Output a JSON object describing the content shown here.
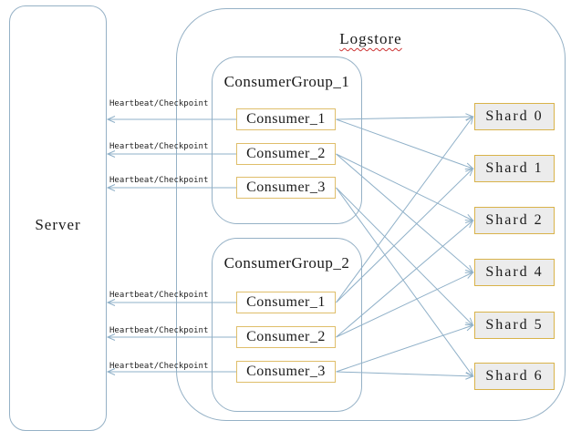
{
  "diagram": {
    "server": {
      "label": "Server"
    },
    "logstore": {
      "label": "Logstore"
    },
    "groups": [
      {
        "id": "cg1",
        "label": "ConsumerGroup_1",
        "consumers": [
          {
            "id": "cg1-c1",
            "label": "Consumer_1"
          },
          {
            "id": "cg1-c2",
            "label": "Consumer_2"
          },
          {
            "id": "cg1-c3",
            "label": "Consumer_3"
          }
        ]
      },
      {
        "id": "cg2",
        "label": "ConsumerGroup_2",
        "consumers": [
          {
            "id": "cg2-c1",
            "label": "Consumer_1"
          },
          {
            "id": "cg2-c2",
            "label": "Consumer_2"
          },
          {
            "id": "cg2-c3",
            "label": "Consumer_3"
          }
        ]
      }
    ],
    "shards": [
      {
        "id": "s0",
        "label": "Shard 0"
      },
      {
        "id": "s1",
        "label": "Shard 1"
      },
      {
        "id": "s2",
        "label": "Shard 2"
      },
      {
        "id": "s4",
        "label": "Shard 4"
      },
      {
        "id": "s5",
        "label": "Shard 5"
      },
      {
        "id": "s6",
        "label": "Shard 6"
      }
    ],
    "heartbeat_label": "Heartbeat/Checkpoint",
    "heartbeat_edges": [
      {
        "from": "cg1-c1",
        "to": "server"
      },
      {
        "from": "cg1-c2",
        "to": "server"
      },
      {
        "from": "cg1-c3",
        "to": "server"
      },
      {
        "from": "cg2-c1",
        "to": "server"
      },
      {
        "from": "cg2-c2",
        "to": "server"
      },
      {
        "from": "cg2-c3",
        "to": "server"
      }
    ],
    "consume_edges": [
      {
        "from": "cg1-c1",
        "to": "s0"
      },
      {
        "from": "cg1-c1",
        "to": "s1"
      },
      {
        "from": "cg1-c2",
        "to": "s2"
      },
      {
        "from": "cg1-c2",
        "to": "s4"
      },
      {
        "from": "cg1-c3",
        "to": "s5"
      },
      {
        "from": "cg1-c3",
        "to": "s6"
      },
      {
        "from": "cg2-c1",
        "to": "s0"
      },
      {
        "from": "cg2-c1",
        "to": "s1"
      },
      {
        "from": "cg2-c2",
        "to": "s2"
      },
      {
        "from": "cg2-c2",
        "to": "s4"
      },
      {
        "from": "cg2-c3",
        "to": "s5"
      },
      {
        "from": "cg2-c3",
        "to": "s6"
      }
    ],
    "colors": {
      "line": "#8fb0c8",
      "consumer_border": "#dfbe6a",
      "shard_border": "#d9b34a",
      "shard_fill": "#ececec",
      "underline": "#cc3333"
    }
  }
}
